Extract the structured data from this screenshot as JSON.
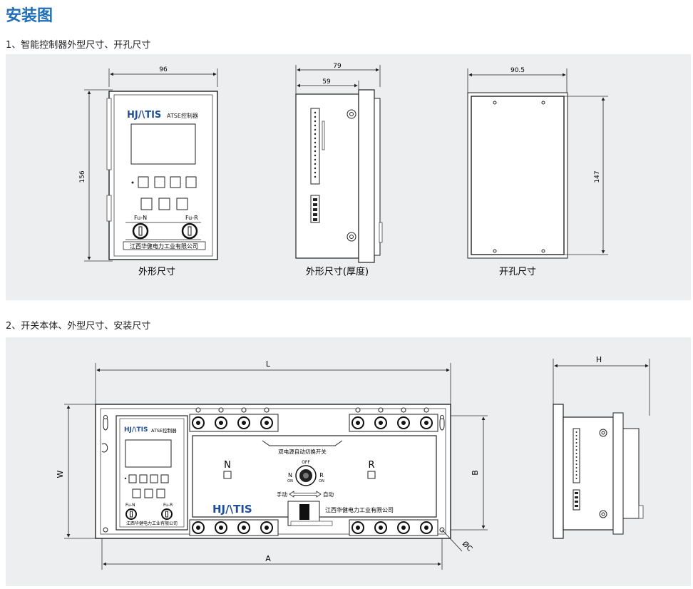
{
  "page_title": "安装图",
  "section1": {
    "heading": "1、智能控制器外型尺寸、开孔尺寸",
    "front": {
      "dim_width": "96",
      "dim_height": "156",
      "brand": "HJ/\\TIS",
      "brand_suffix": "ATSE控制器",
      "fuse_left": "Fu-N",
      "fuse_right": "Fu-R",
      "company": "江西华健电力工业有限公司",
      "caption": "外形尺寸"
    },
    "side": {
      "dim_outer": "79",
      "dim_inner": "59",
      "caption": "外形尺寸(厚度)"
    },
    "cutout": {
      "dim_width": "90.5",
      "dim_height": "147",
      "caption": "开孔尺寸"
    }
  },
  "section2": {
    "heading": "2、开关本体、外型尺寸、安装尺寸",
    "front": {
      "dim_L": "L",
      "dim_A": "A",
      "dim_W": "W",
      "dim_B": "B",
      "dim_C": "ØC",
      "controller_brand": "HJ/\\TIS",
      "controller_suffix": "ATSE控制器",
      "fuse_left": "Fu-N",
      "fuse_right": "Fu-R",
      "controller_company": "江西华健电力工业有限公司",
      "switch_title": "双电源自动切换开关",
      "label_N": "N",
      "label_R": "R",
      "knob_off": "OFF",
      "knob_n": "N",
      "knob_r": "R",
      "knob_on": "ON",
      "manual": "手动",
      "auto": "自动",
      "brand": "HJ/\\TIS",
      "company": "江西华健电力工业有限公司"
    },
    "side": {
      "dim_H": "H"
    }
  }
}
